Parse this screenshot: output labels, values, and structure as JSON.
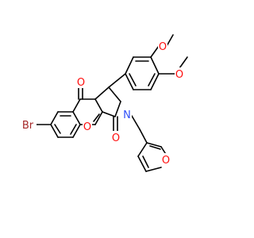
{
  "colors": {
    "bond": "#000000",
    "O": "#ff0d0d",
    "N": "#3050f8",
    "Br": "#a62929",
    "background": "#ffffff"
  },
  "labels": {
    "bromo": "Br",
    "ketone_O": "O",
    "ring_O": "O",
    "lactam_O": "O",
    "nitrogen": "N",
    "furan_O": "O",
    "methoxy_top_O": "O",
    "methoxy_right_O": "O"
  }
}
